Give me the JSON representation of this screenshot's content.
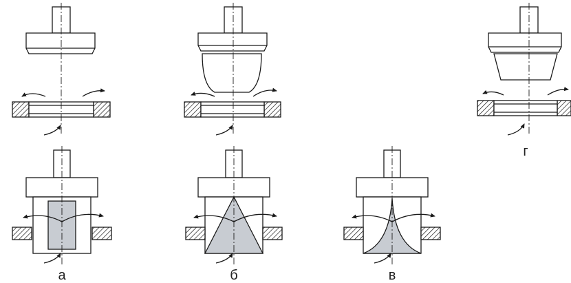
{
  "labels": {
    "a": "а",
    "b": "б",
    "v": "в",
    "g": "г"
  },
  "colors": {
    "line": "#1a1a1a",
    "fill": "#c8ccd2",
    "hatch": "#1a1a1a",
    "background": "#ffffff"
  }
}
